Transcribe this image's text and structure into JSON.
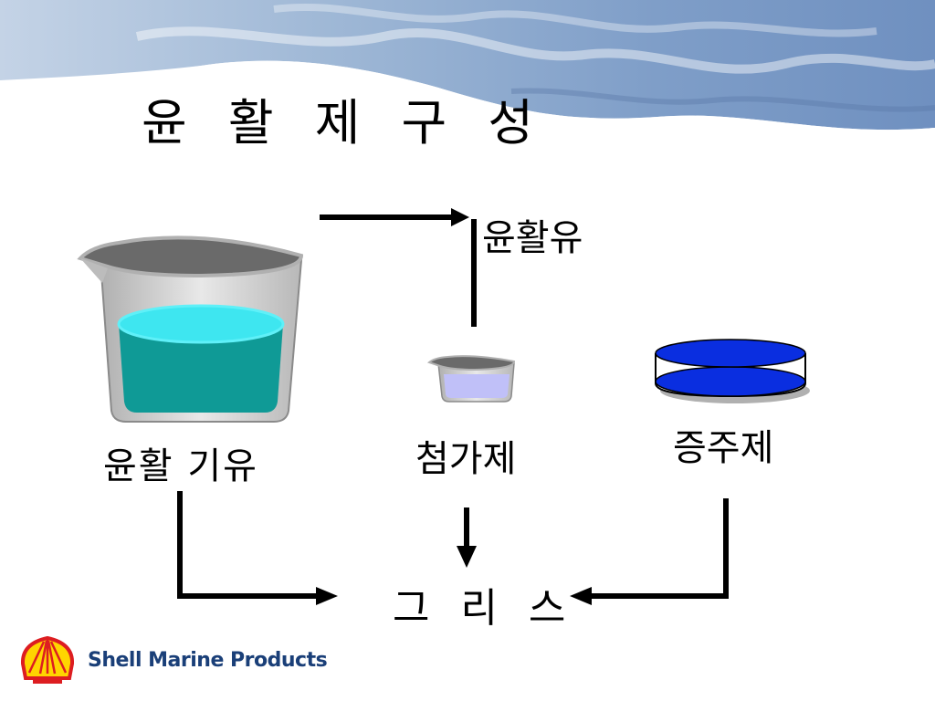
{
  "slide": {
    "title": "윤 활 제 구 성",
    "labels": {
      "lubricating_oil": "윤활유",
      "base_oil": "윤활 기유",
      "additive": "첨가제",
      "thickener": "증주제",
      "grease": "그 리 스"
    },
    "footer": {
      "brand": "Shell Marine Products"
    }
  },
  "colors": {
    "beaker_liquid_large": "#0f9a96",
    "beaker_liquid_top_large": "#3ee6f0",
    "beaker_liquid_small": "#c0c0f8",
    "dish_blue": "#0a2ee0",
    "glass_gray": "#6a6a6a",
    "arrow": "#000000",
    "brand_text": "#1a3f78",
    "shell_red": "#dd1d21",
    "shell_yellow": "#ffd500"
  }
}
